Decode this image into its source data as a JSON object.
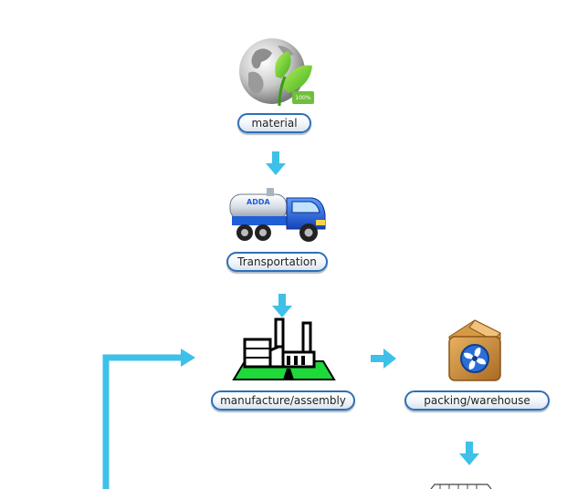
{
  "nodes": {
    "material": {
      "label": "material"
    },
    "transportation": {
      "label": "Transportation",
      "truck_brand": "ADDA"
    },
    "manufacture": {
      "label": "manufacture/assembly"
    },
    "packing": {
      "label": "packing/warehouse"
    }
  },
  "colors": {
    "arrow": "#3ec0e8",
    "pill_border": "#2f6fb6",
    "truck_blue": "#1f5fd8",
    "factory_green": "#1fd83a",
    "box_brown": "#c98a38"
  },
  "icons": {
    "material": "globe-leaf-icon",
    "transportation": "tanker-truck-icon",
    "manufacture": "factory-icon",
    "packing": "box-fan-icon"
  }
}
